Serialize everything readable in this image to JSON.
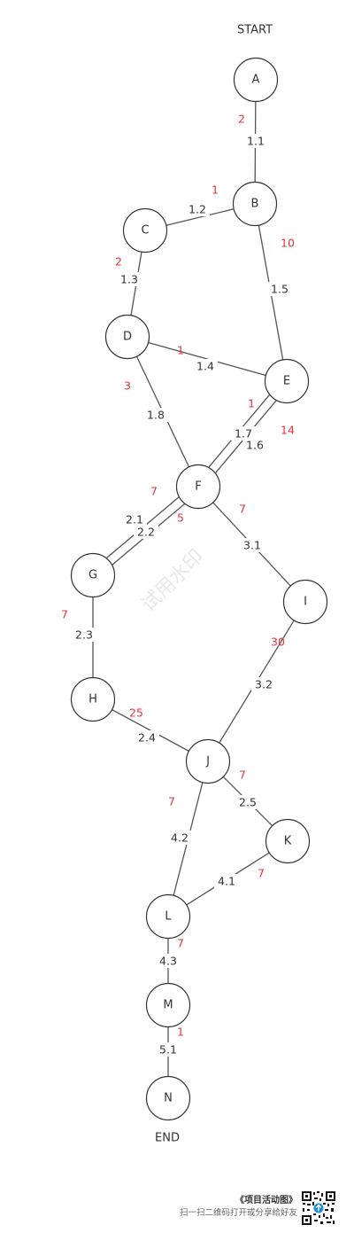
{
  "diagram": {
    "start_label": "START",
    "end_label": "END",
    "watermark": "试用水印",
    "nodes": [
      {
        "id": "A",
        "label": "A"
      },
      {
        "id": "B",
        "label": "B"
      },
      {
        "id": "C",
        "label": "C"
      },
      {
        "id": "D",
        "label": "D"
      },
      {
        "id": "E",
        "label": "E"
      },
      {
        "id": "F",
        "label": "F"
      },
      {
        "id": "G",
        "label": "G"
      },
      {
        "id": "H",
        "label": "H"
      },
      {
        "id": "I",
        "label": "I"
      },
      {
        "id": "J",
        "label": "J"
      },
      {
        "id": "K",
        "label": "K"
      },
      {
        "id": "L",
        "label": "L"
      },
      {
        "id": "M",
        "label": "M"
      },
      {
        "id": "N",
        "label": "N"
      }
    ],
    "edges": [
      {
        "from": "A",
        "to": "B",
        "label": "1.1",
        "duration": "2"
      },
      {
        "from": "B",
        "to": "C",
        "label": "1.2",
        "duration": "1"
      },
      {
        "from": "C",
        "to": "D",
        "label": "1.3",
        "duration": "2"
      },
      {
        "from": "D",
        "to": "E",
        "label": "1.4",
        "duration": "1"
      },
      {
        "from": "B",
        "to": "E",
        "label": "1.5",
        "duration": "10"
      },
      {
        "from": "E",
        "to": "F",
        "label": "1.6",
        "duration": "14"
      },
      {
        "from": "E",
        "to": "F",
        "label": "1.7",
        "duration": "1"
      },
      {
        "from": "D",
        "to": "F",
        "label": "1.8",
        "duration": "3"
      },
      {
        "from": "F",
        "to": "G",
        "label": "2.1",
        "duration": "7"
      },
      {
        "from": "F",
        "to": "G",
        "label": "2.2",
        "duration": "5"
      },
      {
        "from": "G",
        "to": "H",
        "label": "2.3",
        "duration": "7"
      },
      {
        "from": "H",
        "to": "J",
        "label": "2.4",
        "duration": "25"
      },
      {
        "from": "J",
        "to": "K",
        "label": "2.5",
        "duration": "7"
      },
      {
        "from": "F",
        "to": "I",
        "label": "3.1",
        "duration": "7"
      },
      {
        "from": "I",
        "to": "J",
        "label": "3.2",
        "duration": "30"
      },
      {
        "from": "K",
        "to": "L",
        "label": "4.1",
        "duration": "7"
      },
      {
        "from": "J",
        "to": "L",
        "label": "4.2",
        "duration": "7"
      },
      {
        "from": "L",
        "to": "M",
        "label": "4.3",
        "duration": "7"
      },
      {
        "from": "M",
        "to": "N",
        "label": "5.1",
        "duration": "1"
      }
    ]
  },
  "footer": {
    "title": "《项目活动图》",
    "subtitle": "扫一扫二维码打开或分享给好友"
  },
  "colors": {
    "duration": "#e8333a",
    "line": "#555555",
    "text": "#333333"
  },
  "icons": {
    "qr": "qr-code-icon"
  }
}
